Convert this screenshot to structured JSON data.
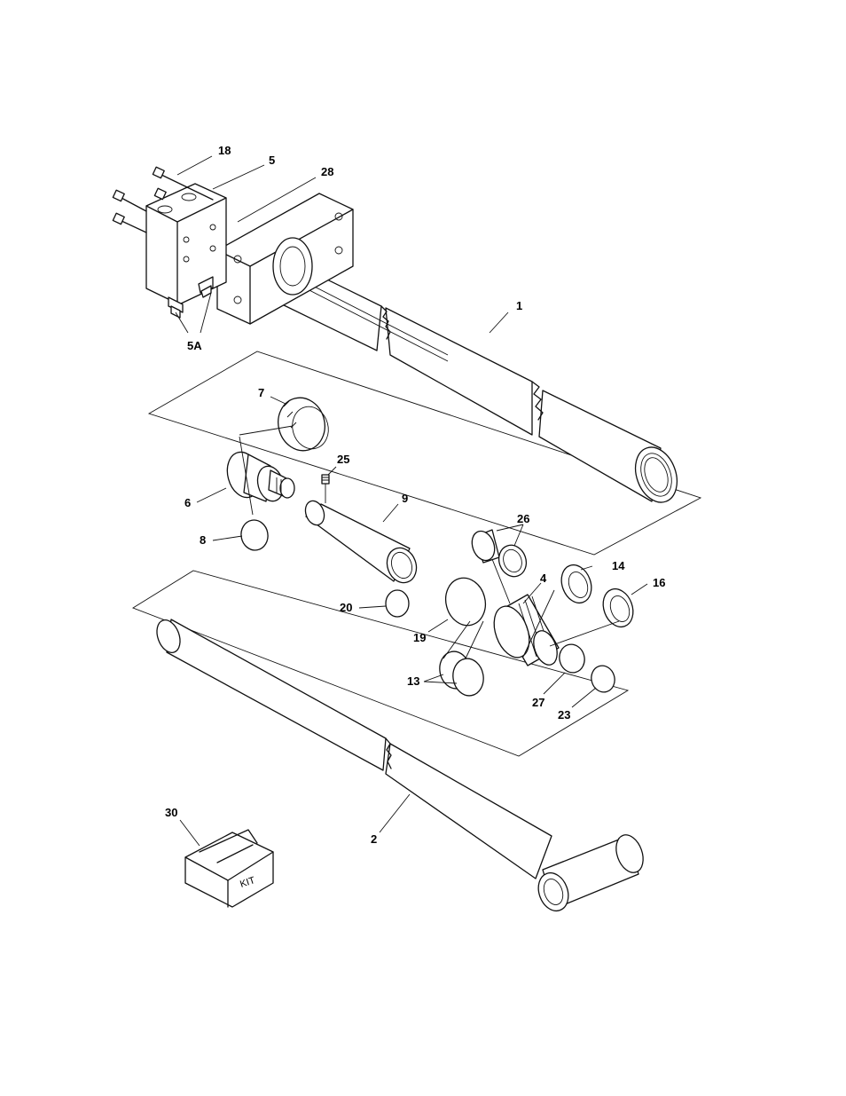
{
  "callouts": {
    "c1": "1",
    "c2": "2",
    "c4": "4",
    "c5": "5",
    "c5a": "5A",
    "c6": "6",
    "c7": "7",
    "c8": "8",
    "c9": "9",
    "c13": "13",
    "c14": "14",
    "c16": "16",
    "c18": "18",
    "c19": "19",
    "c20": "20",
    "c23": "23",
    "c25": "25",
    "c26": "26",
    "c27": "27",
    "c28": "28",
    "c30": "30"
  },
  "kit_box": {
    "label": "KIT"
  }
}
